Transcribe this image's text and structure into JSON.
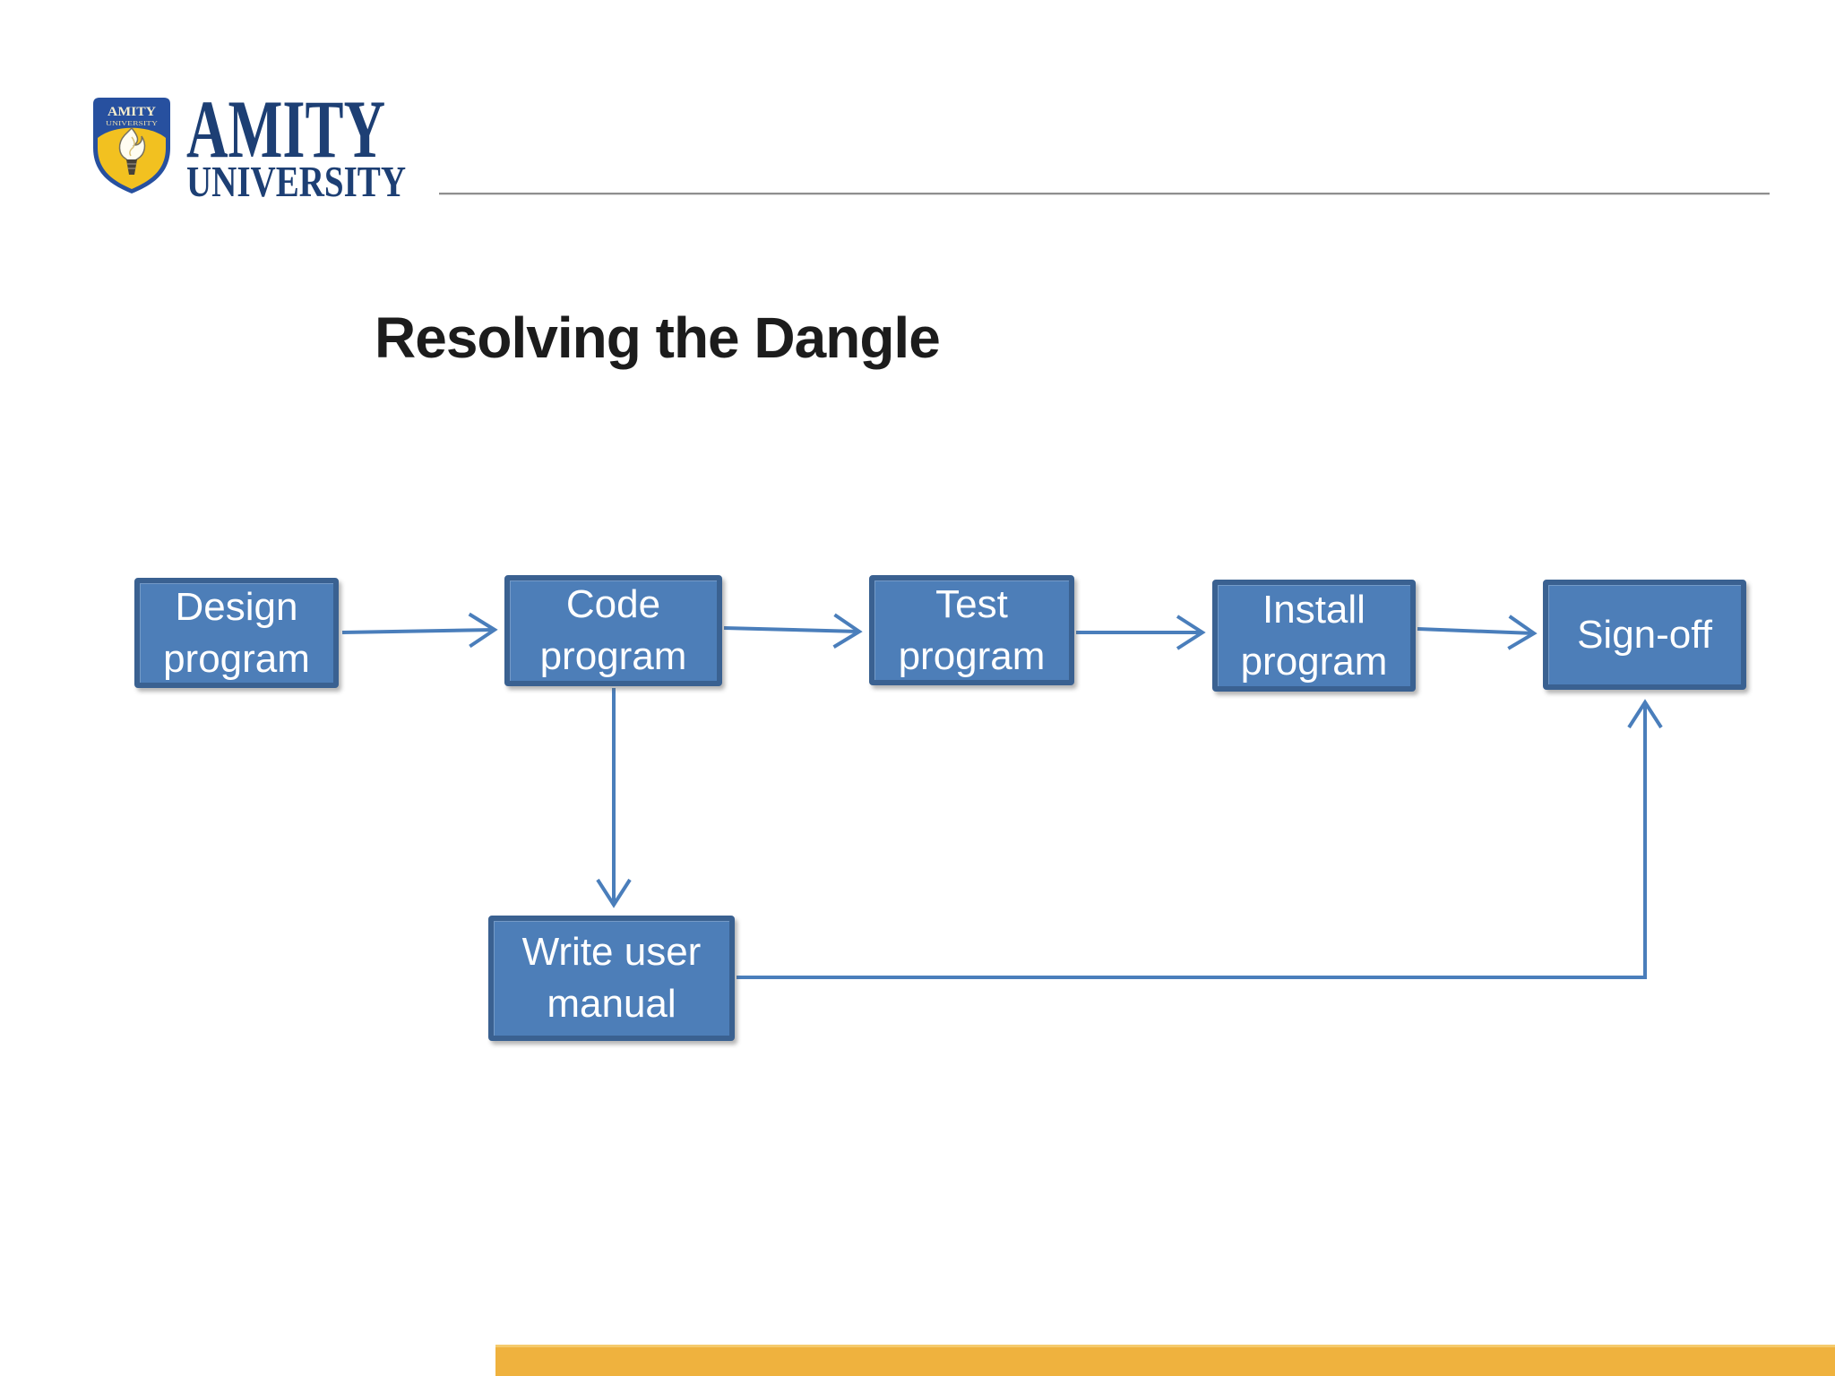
{
  "slide": {
    "title": "Resolving the Dangle",
    "background_color": "#ffffff"
  },
  "header": {
    "logo": {
      "shield_line1": "AMITY",
      "shield_line2": "UNIVERSITY",
      "wordmark_line1": "AMITY",
      "wordmark_line2": "UNIVERSITY",
      "shield_blue": "#27509f",
      "shield_yellow": "#f2c120",
      "wordmark_navy": "#1d3f74"
    },
    "rule_color": "#8f8f8f"
  },
  "flowchart": {
    "type": "flowchart",
    "nodes": {
      "design": {
        "line1": "Design",
        "line2": "program"
      },
      "code": {
        "line1": "Code",
        "line2": "program"
      },
      "test": {
        "line1": "Test",
        "line2": "program"
      },
      "install": {
        "line1": "Install",
        "line2": "program"
      },
      "signoff": {
        "line1": "Sign-off"
      },
      "manual": {
        "line1": "Write user",
        "line2": "manual"
      }
    },
    "edges": [
      {
        "from": "design",
        "to": "code"
      },
      {
        "from": "code",
        "to": "test"
      },
      {
        "from": "test",
        "to": "install"
      },
      {
        "from": "install",
        "to": "signoff"
      },
      {
        "from": "code",
        "to": "manual"
      },
      {
        "from": "manual",
        "to": "signoff"
      }
    ],
    "node_fill": "#4d7eb8",
    "node_border": "#3a6191",
    "node_text_color": "#ffffff",
    "arrow_color": "#4a7ebb"
  },
  "footer": {
    "bar_color": "#efb23e"
  }
}
